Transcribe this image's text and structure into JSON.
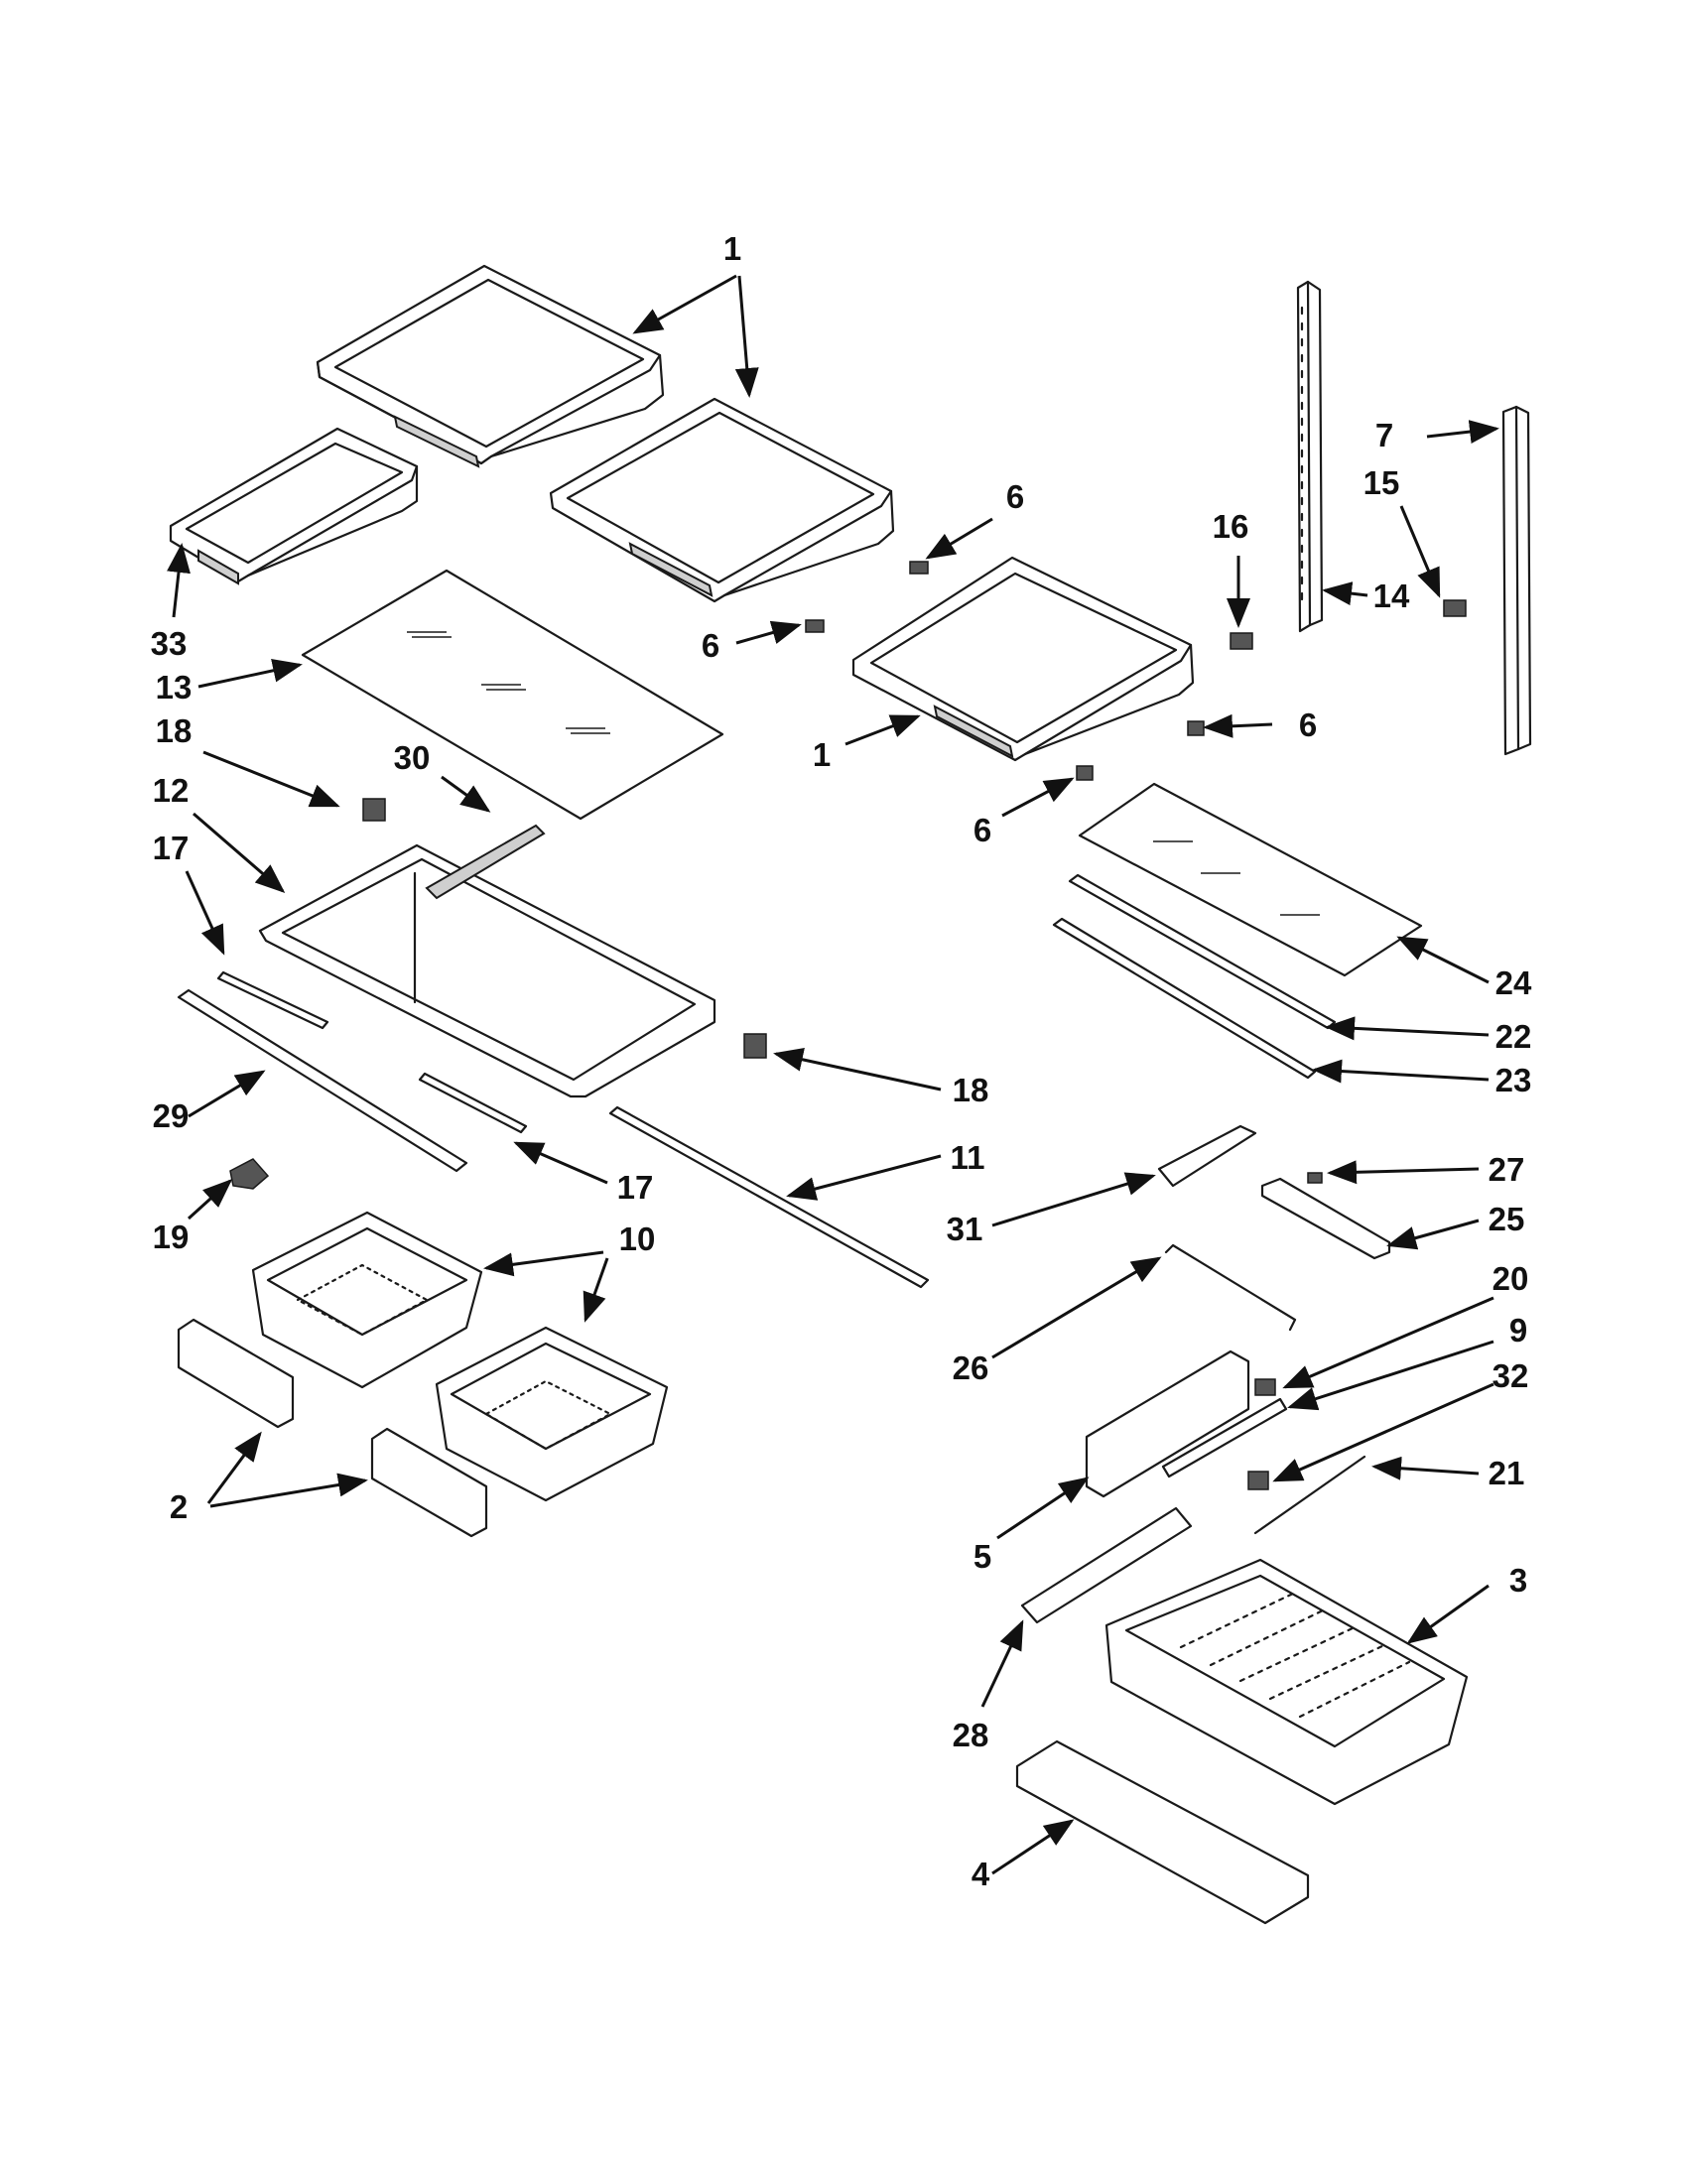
{
  "callouts": {
    "c1a": "1",
    "c6a": "6",
    "c6b": "6",
    "c6c": "6",
    "c6d": "6",
    "c7": "7",
    "c15": "15",
    "c16": "16",
    "c14": "14",
    "c33": "33",
    "c13": "13",
    "c1b": "1",
    "c18a": "18",
    "c30": "30",
    "c12": "12",
    "c17a": "17",
    "c24": "24",
    "c22": "22",
    "c23": "23",
    "c18b": "18",
    "c29": "29",
    "c17b": "17",
    "c11": "11",
    "c31": "31",
    "c27": "27",
    "c25": "25",
    "c19": "19",
    "c10": "10",
    "c20": "20",
    "c9": "9",
    "c32": "32",
    "c26": "26",
    "c21": "21",
    "c2": "2",
    "c5": "5",
    "c3": "3",
    "c28": "28",
    "c4": "4"
  },
  "icons": {
    "arrowhead": "arrowhead-marker"
  }
}
